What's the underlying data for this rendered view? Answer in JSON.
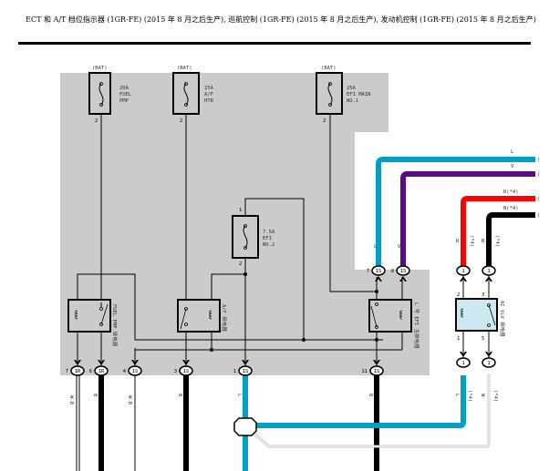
{
  "header": {
    "title": "ECT 和 A/T 档位指示器 (1GR-FE) (2015 年 8 月之后生产), 巡航控制 (1GR-FE) (2015 年 8 月之后生产), 发动机控制 (1GR-FE) (2015 年 8 月之后生产)"
  },
  "fuses": [
    {
      "source": "(BAT)",
      "label1": "20A",
      "label2": "FUEL",
      "label3": "PMP",
      "pin_bottom": "2"
    },
    {
      "source": "(BAT)",
      "label1": "15A",
      "label2": "A/F",
      "label3": "HTR",
      "pin_bottom": "2"
    },
    {
      "source": "(BAT)",
      "label1": "25A",
      "label2": "EFI MAIN",
      "label3": "NO.1",
      "pin_bottom": "2"
    },
    {
      "source": "",
      "label1": "7.5A",
      "label2": "EFI",
      "label3": "NO.2",
      "pin_top": "1",
      "pin_bottom": "2"
    }
  ],
  "relays": [
    {
      "name": "FUEL PMP 继电器"
    },
    {
      "name": "A/F 继电器"
    },
    {
      "name": "L 号 EFI 主继电器"
    },
    {
      "name": "AI VLV 继电器",
      "pin_tl": "2",
      "pin_tr": "3",
      "pin_bl": "1",
      "pin_br": "5"
    }
  ],
  "connectors": [
    {
      "pin": "7",
      "id": "1R"
    },
    {
      "pin": "6",
      "id": "1R"
    },
    {
      "pin": "4",
      "id": "1S"
    },
    {
      "pin": "3",
      "id": "1S"
    },
    {
      "pin": "1",
      "id": "1S"
    },
    {
      "pin": "11",
      "id": "1S"
    },
    {
      "pin": "7",
      "id": "1S"
    },
    {
      "pin": "8",
      "id": "1S"
    },
    {
      "pin": "",
      "id": "1"
    },
    {
      "pin": "",
      "id": "1"
    },
    {
      "pin": "",
      "id": "1"
    },
    {
      "pin": "",
      "id": "1"
    }
  ],
  "wires": {
    "right_labels": [
      "L",
      "V",
      "R(*4)",
      "B(*4)"
    ],
    "colors": {
      "blue": "#009fc4",
      "violet": "#5a0a82",
      "red": "#ff0000",
      "black": "#000000",
      "gray": "#c8c8c8"
    },
    "vertical_labels": {
      "w1": "W-B",
      "w2": "B",
      "w3": "W-B",
      "w4": "B",
      "w5": "L",
      "w6": "B",
      "c1": "L",
      "c2": "V",
      "c3": "R",
      "c4": "B",
      "c3b": "(*4)",
      "c4b": "(*4)",
      "d1": "L",
      "d1b": "(*4)",
      "d2": "W",
      "d2b": "(*4)"
    }
  }
}
